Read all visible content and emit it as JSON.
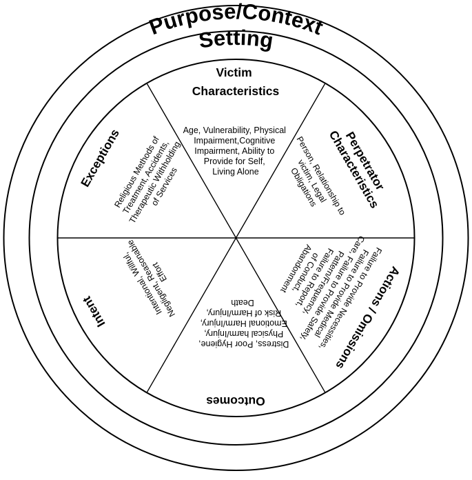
{
  "outer_ring": {
    "label": "Purpose/Context"
  },
  "middle_ring": {
    "label": "Setting"
  },
  "segments": [
    {
      "title": "Victim Characteristics",
      "title_lines": [
        "Victim",
        "Characteristics"
      ],
      "body": [
        "Age, Vulnerability, Physical",
        "Impairment,Cognitive",
        "Impairment, Ability to",
        "Provide for Self,",
        "Living Alone"
      ]
    },
    {
      "title": "Perpetrator Characteristics",
      "title_lines": [
        "Perpetrator",
        "Characteristics"
      ],
      "body": [
        "Person, Relationship to",
        "victim, Legal",
        "Obligations"
      ]
    },
    {
      "title": "Actions / Omissions",
      "title_lines": [
        "Actions / Omissions"
      ],
      "body": [
        "Failure to Provide Necessities,",
        "Failure to Provide Medical",
        "Care, Failure to Provide Safety,",
        "Pattern/Frequency,",
        "Failure to Report,",
        "of Conduct,",
        "Abandonment"
      ]
    },
    {
      "title": "Outcomes",
      "title_lines": [
        "Outcomes"
      ],
      "body": [
        "Distress, Poor Hygiene,",
        "Physical harm/Injury,",
        "Emotional Harm/Injury,",
        "Risk of Harm/Injury,",
        "Death"
      ]
    },
    {
      "title": "Intent",
      "title_lines": [
        "Intent"
      ],
      "body": [
        "Intentional, Willful,",
        "Negligent, Reasonable",
        "Effort"
      ]
    },
    {
      "title": "Exceptions",
      "title_lines": [
        "Exceptions"
      ],
      "body": [
        "Religious Methods of",
        "Treatment, Accidents,",
        "Therapeutic Withholding",
        "of Services"
      ]
    }
  ]
}
